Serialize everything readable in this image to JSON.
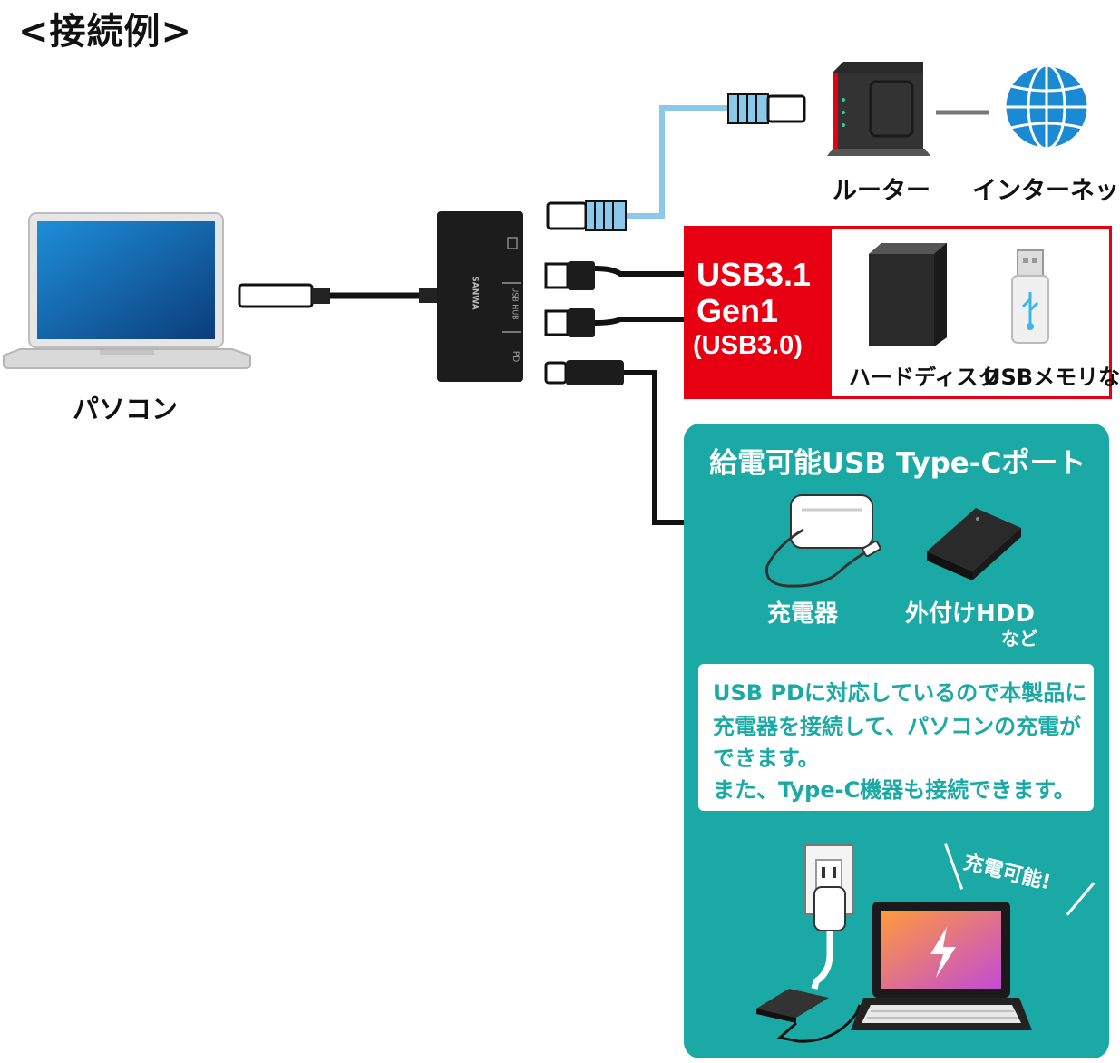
{
  "title": "<接続例>",
  "devices": {
    "pc": "パソコン",
    "router": "ルーター",
    "internet": "インターネット",
    "hdd": "ハードディスク",
    "usb_memory": "USBメモリなど"
  },
  "usb_section": {
    "line1": "USB3.1",
    "line2": "Gen1",
    "line3": "(USB3.0)"
  },
  "hub_labels": {
    "brand": "SANWA",
    "hub": "USB HUB",
    "pd": "PD"
  },
  "typec_section": {
    "title": "給電可能USB Type-Cポート",
    "charger": "充電器",
    "external_hdd": "外付けHDD",
    "nado": "など",
    "info_lines": [
      "USB PDに対応しているので本製品に",
      "充電器を接続して、パソコンの充電が",
      "できます。",
      "また、Type-C機器も接続できます。"
    ],
    "chargeable": "充電可能!"
  },
  "colors": {
    "red": "#e60012",
    "teal": "#1aa9a4",
    "lan_cable": "#8cc8ea"
  }
}
